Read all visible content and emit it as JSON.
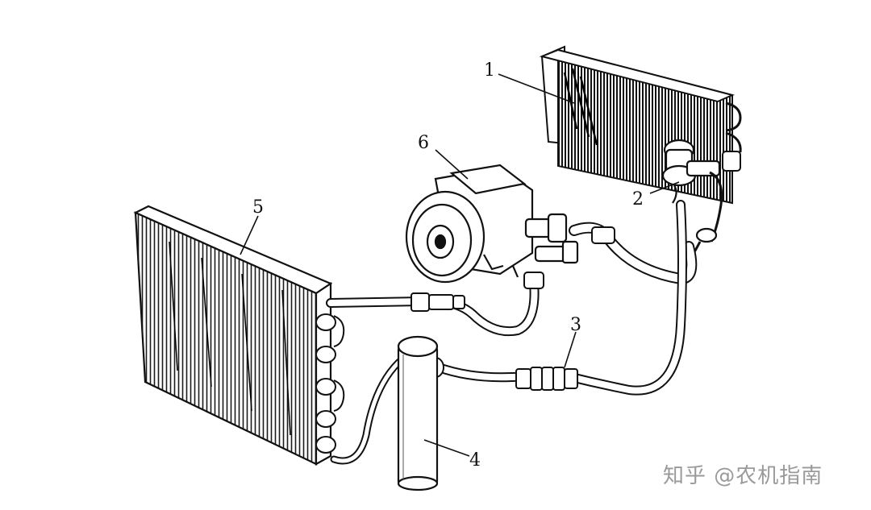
{
  "diagram": {
    "labels": [
      {
        "id": "1",
        "text": "1"
      },
      {
        "id": "2",
        "text": "2"
      },
      {
        "id": "3",
        "text": "3"
      },
      {
        "id": "4",
        "text": "4"
      },
      {
        "id": "5",
        "text": "5"
      },
      {
        "id": "6",
        "text": "6"
      }
    ]
  },
  "watermark": {
    "text": "知乎 @农机指南"
  },
  "colors": {
    "ink": "#111111",
    "paper": "#ffffff",
    "watermark": "#9a9a9a"
  }
}
